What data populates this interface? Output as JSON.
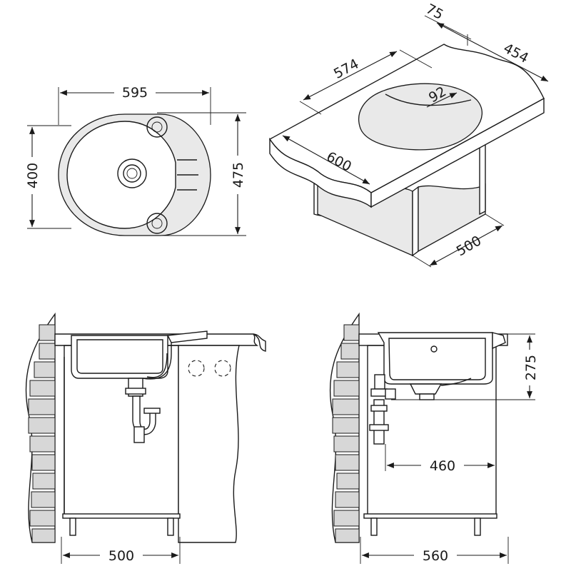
{
  "top_view": {
    "width_label": "595",
    "inner_height_label": "400",
    "outer_height_label": "475"
  },
  "iso_view": {
    "label_75": "75",
    "label_454": "454",
    "label_574": "574",
    "label_92": "92",
    "label_600": "600",
    "label_500": "500"
  },
  "front_view": {
    "base_width_label": "500"
  },
  "side_view": {
    "height_label": "275",
    "depth_label": "460",
    "base_width_label": "560"
  }
}
